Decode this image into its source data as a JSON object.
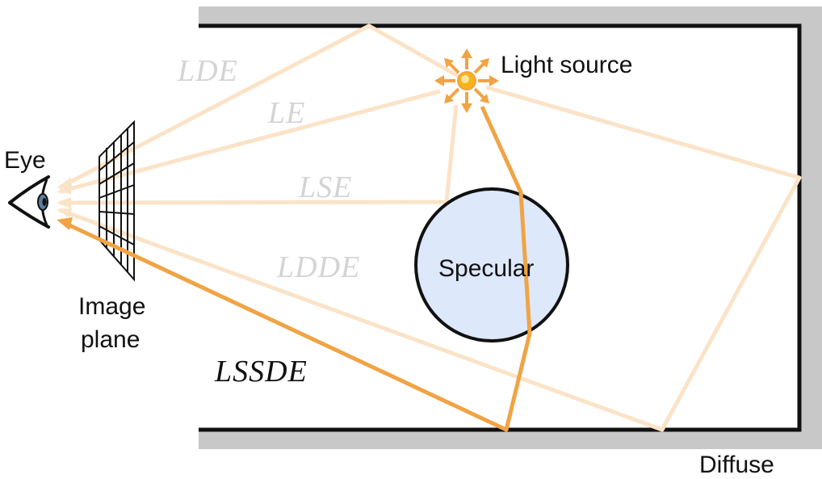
{
  "colors": {
    "wall_gray": "#c8c8c8",
    "wall_line": "#111111",
    "ray_faded": "#fbe3c8",
    "ray_bold": "#f0a445",
    "label_faded": "#d4d4d4",
    "label_bold": "#111111",
    "sphere_fill": "#dde8fb",
    "sphere_stroke": "#111111",
    "light_core": "#f7b21c",
    "eye_iris": "#5a7f9f"
  },
  "labels": {
    "eye": "Eye",
    "image_plane_line1": "Image",
    "image_plane_line2": "plane",
    "light_source": "Light source",
    "specular": "Specular",
    "diffuse": "Diffuse"
  },
  "paths": {
    "lde": "LDE",
    "le": "LE",
    "lse": "LSE",
    "ldde": "LDDE",
    "lssde": "LSSDE"
  },
  "icons": {
    "eye": "eye-icon",
    "light": "light-source-icon",
    "image_plane": "image-plane-grid"
  }
}
